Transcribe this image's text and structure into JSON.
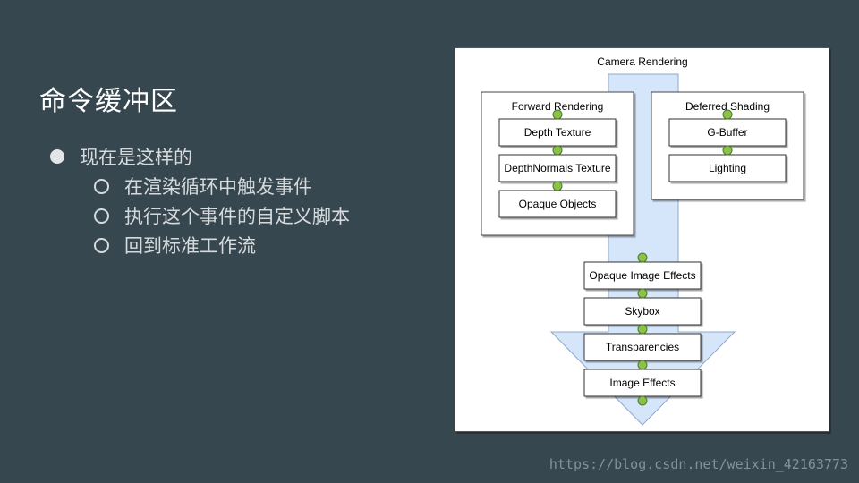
{
  "slide": {
    "title": "命令缓冲区",
    "bullets": [
      {
        "level": 1,
        "text": "现在是这样的"
      },
      {
        "level": 2,
        "text": "在渲染循环中触发事件"
      },
      {
        "level": 2,
        "text": "执行这个事件的自定义脚本"
      },
      {
        "level": 2,
        "text": "回到标准工作流"
      }
    ]
  },
  "diagram": {
    "title": "Camera Rendering",
    "forward": {
      "title": "Forward Rendering",
      "steps": [
        "Depth Texture",
        "DepthNormals Texture",
        "Opaque Objects"
      ]
    },
    "deferred": {
      "title": "Deferred Shading",
      "steps": [
        "G-Buffer",
        "Lighting"
      ]
    },
    "pipeline": [
      "Opaque Image Effects",
      "Skybox",
      "Transparencies",
      "Image Effects"
    ]
  },
  "watermark": "https://blog.csdn.net/weixin_42163773",
  "colors": {
    "background": "#37474f",
    "arrow_fill": "#d6e6fa",
    "arrow_stroke": "#8fa8c8",
    "node_dot": "#8bc34a"
  }
}
